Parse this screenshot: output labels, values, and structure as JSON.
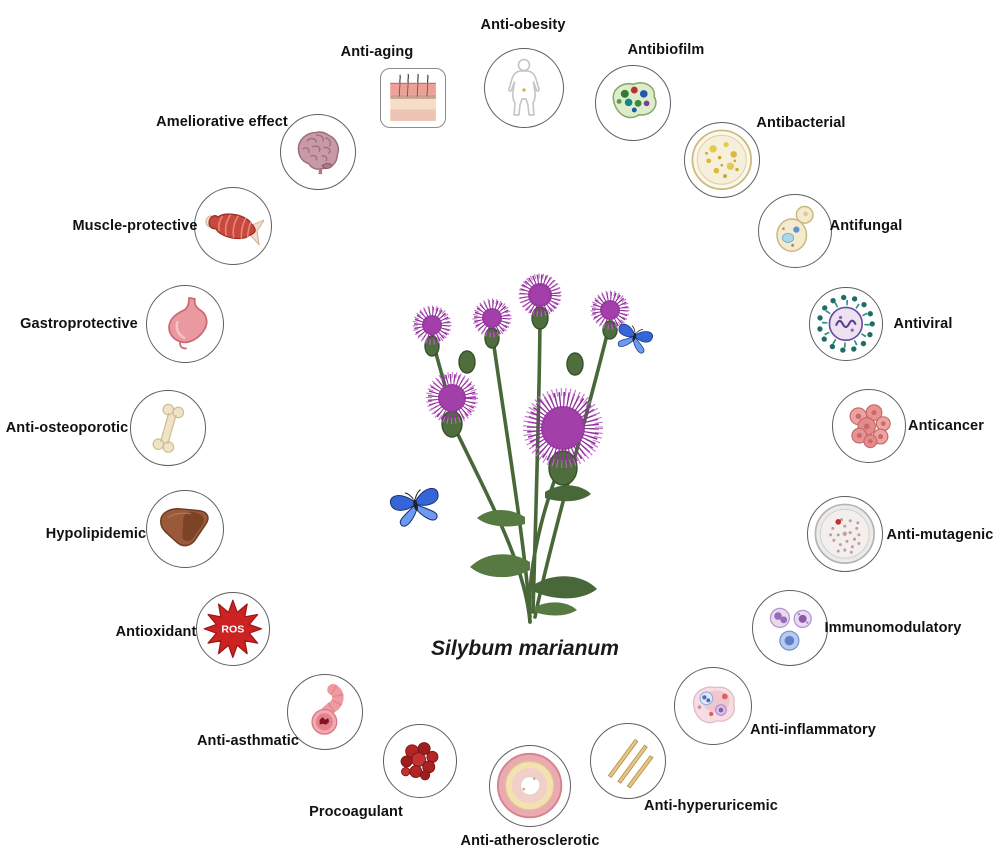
{
  "title": "Silybum marianum",
  "antioxidant": {
    "ros_label": "ROS"
  },
  "items": [
    {
      "label": "Anti-obesity",
      "icon": "human-body-icon"
    },
    {
      "label": "Antibiofilm",
      "icon": "biofilm-icon"
    },
    {
      "label": "Antibacterial",
      "icon": "petri-dish-bacteria-icon"
    },
    {
      "label": "Antifungal",
      "icon": "yeast-cell-icon"
    },
    {
      "label": "Antiviral",
      "icon": "virus-icon"
    },
    {
      "label": "Anticancer",
      "icon": "cancer-cells-icon"
    },
    {
      "label": "Anti-mutagenic",
      "icon": "mutagen-dish-icon"
    },
    {
      "label": "Immunomodulatory",
      "icon": "immune-cells-icon"
    },
    {
      "label": "Anti-inflammatory",
      "icon": "inflamed-tissue-icon"
    },
    {
      "label": "Anti-hyperuricemic",
      "icon": "urate-crystals-icon"
    },
    {
      "label": "Anti-atherosclerotic",
      "icon": "artery-cross-section-icon"
    },
    {
      "label": "Procoagulant",
      "icon": "blood-clot-icon"
    },
    {
      "label": "Anti-asthmatic",
      "icon": "bronchiole-icon"
    },
    {
      "label": "Antioxidant",
      "icon": "ros-star-icon"
    },
    {
      "label": "Hypolipidemic",
      "icon": "liver-icon"
    },
    {
      "label": "Anti-osteoporotic",
      "icon": "bone-icon"
    },
    {
      "label": "Gastroprotective",
      "icon": "stomach-icon"
    },
    {
      "label": "Muscle-protective",
      "icon": "muscle-icon"
    },
    {
      "label": "Ameliorative effect",
      "icon": "brain-icon"
    },
    {
      "label": "Anti-aging",
      "icon": "skin-layers-icon"
    }
  ]
}
